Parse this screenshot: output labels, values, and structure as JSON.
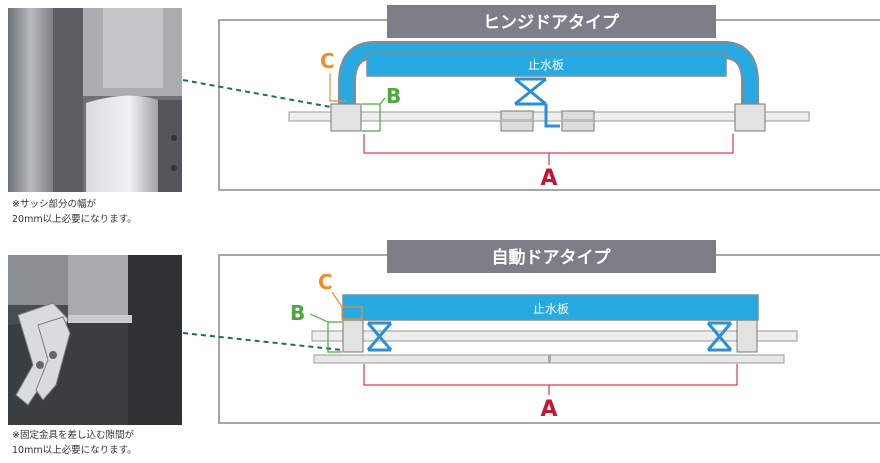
{
  "colors": {
    "plate_blue": "#27a9e1",
    "cross_blue": "#2a8fd6",
    "banner_gray": "#7d7f88",
    "frame_gray": "#a6a6a6",
    "label_A": "#c8142d",
    "label_B": "#4aaa3c",
    "label_C": "#f08c2a",
    "leader_green": "#1f6e5c"
  },
  "panels": {
    "hinge": {
      "title": "ヒンジドアタイプ",
      "plate_label": "止水板",
      "label_a": "A",
      "label_b": "B",
      "label_c": "C",
      "note": "※サッシ部分の幅が\n20mm以上必要になります。"
    },
    "auto": {
      "title": "自動ドアタイプ",
      "plate_label": "止水板",
      "label_a": "A",
      "label_b": "B",
      "label_c": "C",
      "note": "※固定金具を差し込む隙間が\n10mm以上必要になります。"
    }
  }
}
